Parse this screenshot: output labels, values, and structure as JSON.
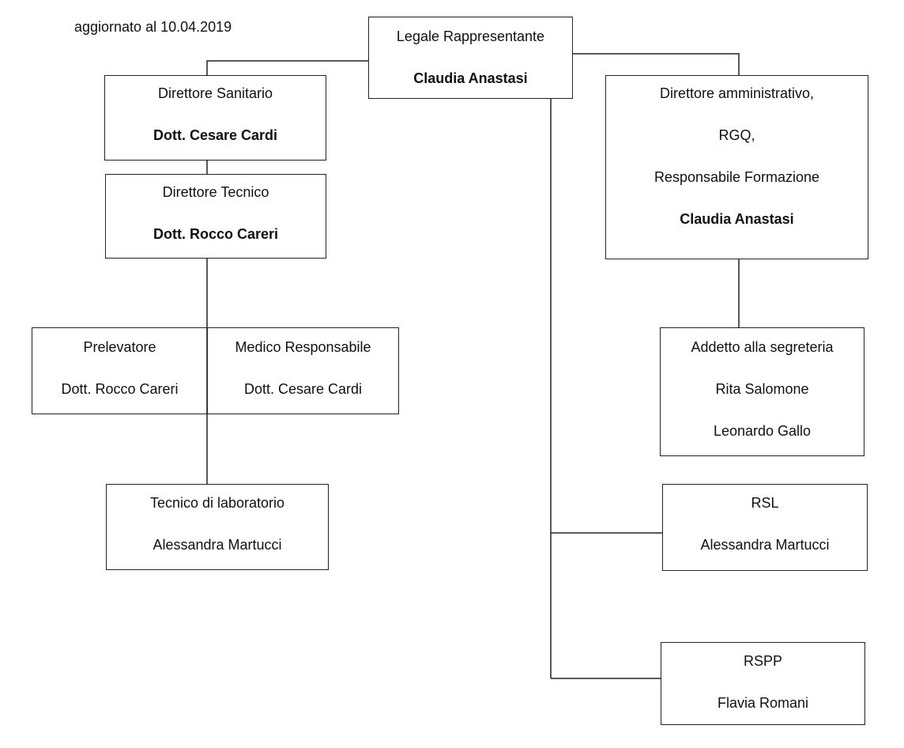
{
  "updated_note": "aggiornato al 10.04.2019",
  "legale": {
    "role": "Legale Rappresentante",
    "name": "Claudia Anastasi"
  },
  "dir_sanitario": {
    "role": "Direttore Sanitario",
    "name": "Dott. Cesare Cardi"
  },
  "dir_tecnico": {
    "role": "Direttore Tecnico",
    "name": "Dott. Rocco Careri"
  },
  "prelevatore": {
    "role": "Prelevatore",
    "name": "Dott. Rocco Careri"
  },
  "medico": {
    "role": "Medico Responsabile",
    "name": "Dott. Cesare Cardi"
  },
  "tecnico_lab": {
    "role": "Tecnico di laboratorio",
    "name": "Alessandra Martucci"
  },
  "dir_amm": {
    "role1": "Direttore amministrativo,",
    "role2": "RGQ,",
    "role3": "Responsabile Formazione",
    "name": "Claudia Anastasi"
  },
  "segreteria": {
    "role": "Addetto alla segreteria",
    "name1": "Rita Salomone",
    "name2": "Leonardo Gallo"
  },
  "rsl": {
    "role": "RSL",
    "name": "Alessandra Martucci"
  },
  "rspp": {
    "role": "RSPP",
    "name": "Flavia Romani"
  }
}
